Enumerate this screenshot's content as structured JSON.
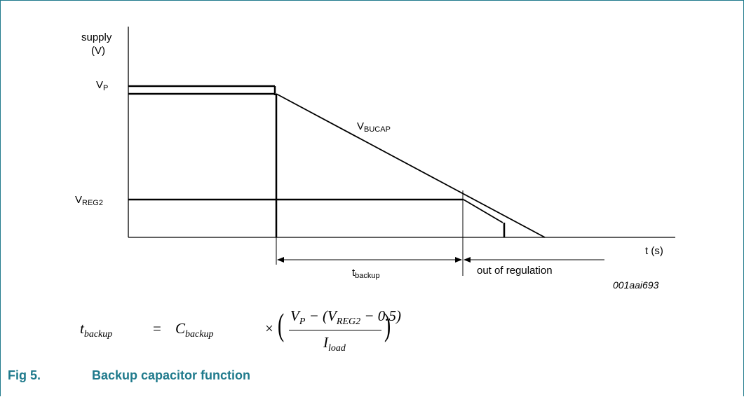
{
  "diagram": {
    "y_axis_label_line1": "supply",
    "y_axis_label_line2": "(V)",
    "x_axis_label": "t (s)",
    "vp_label_main": "V",
    "vp_label_sub": "P",
    "vreg2_label_main": "V",
    "vreg2_label_sub": "REG2",
    "vbucap_label_main": "V",
    "vbucap_label_sub": "BUCAP",
    "tbackup_label_main": "t",
    "tbackup_label_sub": "backup",
    "out_of_regulation_label": "out of regulation",
    "figure_code": "001aai693"
  },
  "equation": {
    "lhs_main": "t",
    "lhs_sub": "backup",
    "equals": "=",
    "c_main": "C",
    "c_sub": "backup",
    "times": "×",
    "num_vp_main": "V",
    "num_vp_sub": "P",
    "num_middle": " − (V",
    "num_vreg_sub": "REG2",
    "num_tail": " − 0.5)",
    "den_main": "I",
    "den_sub": "load"
  },
  "caption": {
    "number": "Fig 5.",
    "title": "Backup capacitor function"
  },
  "colors": {
    "frame": "#1f7a8c",
    "caption": "#1f7a8c",
    "lines": "#000000"
  }
}
